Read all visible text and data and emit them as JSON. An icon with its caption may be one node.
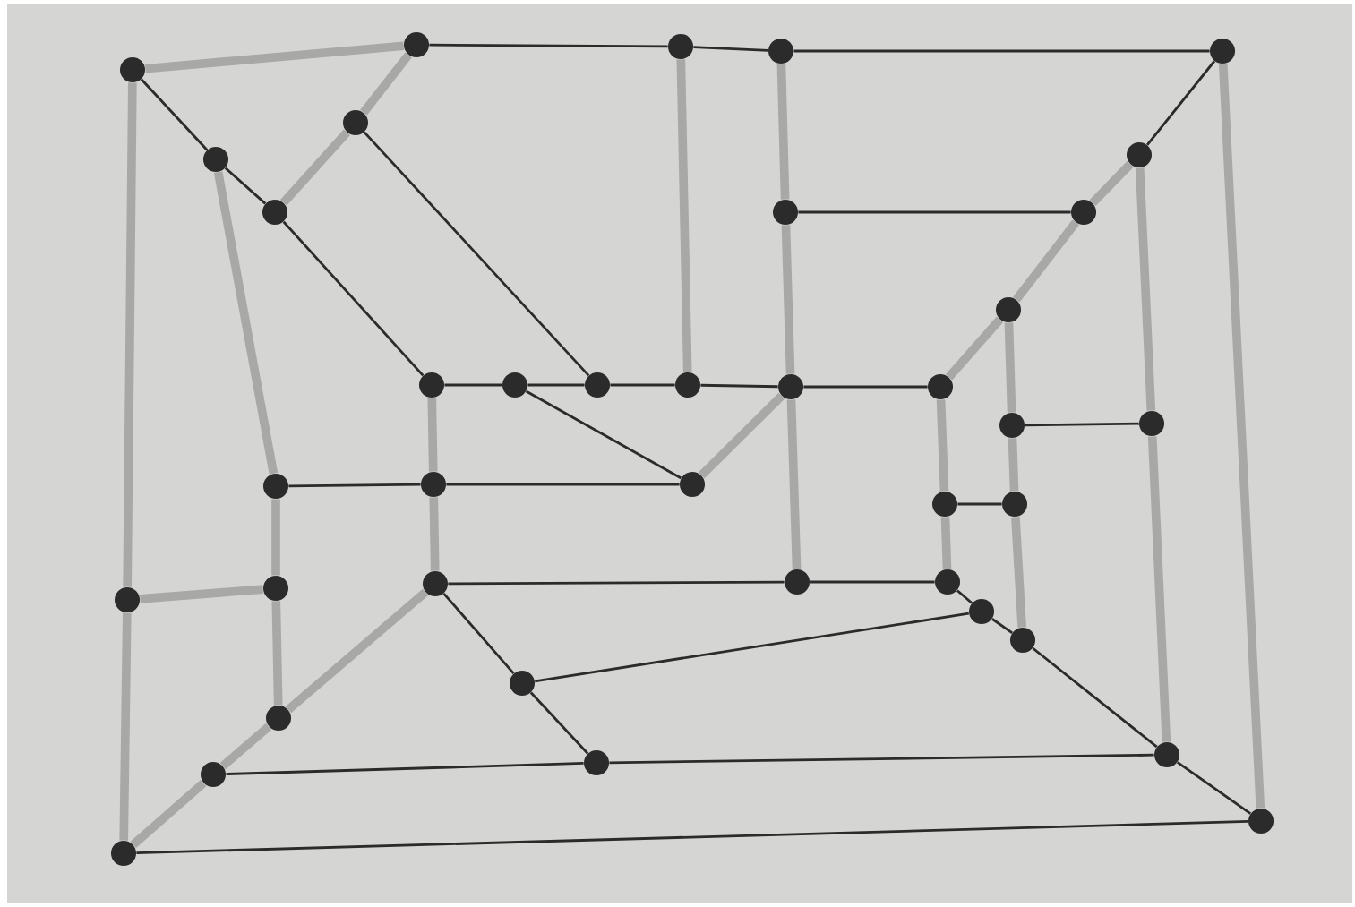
{
  "diagram": {
    "nodes": [
      {
        "text": [],
        "shape": "circle"
      },
      {
        "text": [],
        "shape": "circle"
      },
      {
        "text": [],
        "shape": "circle"
      },
      {
        "text": [],
        "shape": "circle"
      },
      {
        "text": [],
        "shape": "circle"
      },
      {
        "text": [],
        "shape": "circle"
      },
      {
        "text": [],
        "shape": "circle"
      },
      {
        "text": [],
        "shape": "circle"
      },
      {
        "text": [],
        "shape": "circle"
      },
      {
        "text": [],
        "shape": "circle"
      },
      {
        "text": [],
        "shape": "circle"
      },
      {
        "text": [],
        "shape": "circle"
      },
      {
        "text": [],
        "shape": "circle"
      },
      {
        "text": [],
        "shape": "circle"
      },
      {
        "text": [],
        "shape": "circle"
      },
      {
        "text": [],
        "shape": "circle"
      },
      {
        "text": [],
        "shape": "circle"
      },
      {
        "text": [],
        "shape": "circle"
      },
      {
        "text": [],
        "shape": "circle"
      },
      {
        "text": [],
        "shape": "circle"
      },
      {
        "text": [],
        "shape": "circle"
      },
      {
        "text": [],
        "shape": "circle"
      },
      {
        "text": [],
        "shape": "circle"
      },
      {
        "text": [],
        "shape": "circle"
      },
      {
        "text": [],
        "shape": "circle"
      },
      {
        "text": [],
        "shape": "circle"
      },
      {
        "text": [],
        "shape": "circle"
      },
      {
        "text": [],
        "shape": "circle"
      },
      {
        "text": [],
        "shape": "circle"
      },
      {
        "text": [],
        "shape": "circle"
      },
      {
        "text": [],
        "shape": "circle"
      },
      {
        "text": [],
        "shape": "circle"
      },
      {
        "text": [],
        "shape": "circle"
      },
      {
        "text": [],
        "shape": "circle"
      },
      {
        "text": [],
        "shape": "circle"
      },
      {
        "text": [],
        "shape": "circle"
      },
      {
        "text": [],
        "shape": "circle"
      },
      {
        "text": [],
        "shape": "circle"
      },
      {
        "text": [],
        "shape": "circle"
      }
    ],
    "edges": [
      {
        "from": 0,
        "to": 1,
        "arrow": "none",
        "style": "thick",
        "color": "#a8a9a7"
      },
      {
        "from": 1,
        "to": 2,
        "arrow": "none"
      },
      {
        "from": 2,
        "to": 3,
        "arrow": "none"
      },
      {
        "from": 3,
        "to": 4,
        "arrow": "none"
      },
      {
        "from": 0,
        "to": 6,
        "arrow": "none"
      },
      {
        "from": 6,
        "to": 7,
        "arrow": "none"
      },
      {
        "from": 7,
        "to": 12,
        "arrow": "none"
      },
      {
        "from": 1,
        "to": 5,
        "arrow": "none",
        "style": "thick",
        "color": "#a8a9a7"
      },
      {
        "from": 5,
        "to": 7,
        "arrow": "none",
        "style": "thick",
        "color": "#a8a9a7"
      },
      {
        "from": 5,
        "to": 14,
        "arrow": "none"
      },
      {
        "from": 6,
        "to": 20,
        "arrow": "none",
        "style": "thick",
        "color": "#a8a9a7"
      },
      {
        "from": 0,
        "to": 25,
        "arrow": "none",
        "style": "thick",
        "color": "#a8a9a7"
      },
      {
        "from": 25,
        "to": 37,
        "arrow": "none",
        "style": "thick",
        "color": "#a8a9a7"
      },
      {
        "from": 2,
        "to": 15,
        "arrow": "none",
        "style": "thick",
        "color": "#a8a9a7"
      },
      {
        "from": 3,
        "to": 9,
        "arrow": "none",
        "style": "thick",
        "color": "#a8a9a7"
      },
      {
        "from": 9,
        "to": 16,
        "arrow": "none",
        "style": "thick",
        "color": "#a8a9a7"
      },
      {
        "from": 9,
        "to": 10,
        "arrow": "none"
      },
      {
        "from": 4,
        "to": 8,
        "arrow": "none"
      },
      {
        "from": 8,
        "to": 10,
        "arrow": "none",
        "style": "thick",
        "color": "#a8a9a7"
      },
      {
        "from": 10,
        "to": 11,
        "arrow": "none",
        "style": "thick",
        "color": "#a8a9a7"
      },
      {
        "from": 11,
        "to": 17,
        "arrow": "none",
        "style": "thick",
        "color": "#a8a9a7"
      },
      {
        "from": 4,
        "to": 38,
        "arrow": "none",
        "style": "thick",
        "color": "#a8a9a7"
      },
      {
        "from": 8,
        "to": 19,
        "arrow": "none",
        "style": "thick",
        "color": "#a8a9a7"
      },
      {
        "from": 19,
        "to": 36,
        "arrow": "none",
        "style": "thick",
        "color": "#a8a9a7"
      },
      {
        "from": 11,
        "to": 18,
        "arrow": "none",
        "style": "thick",
        "color": "#a8a9a7"
      },
      {
        "from": 18,
        "to": 24,
        "arrow": "none",
        "style": "thick",
        "color": "#a8a9a7"
      },
      {
        "from": 24,
        "to": 31,
        "arrow": "none",
        "style": "thick",
        "color": "#a8a9a7"
      },
      {
        "from": 18,
        "to": 19,
        "arrow": "none"
      },
      {
        "from": 12,
        "to": 13,
        "arrow": "none"
      },
      {
        "from": 13,
        "to": 14,
        "arrow": "none"
      },
      {
        "from": 14,
        "to": 15,
        "arrow": "none"
      },
      {
        "from": 15,
        "to": 16,
        "arrow": "none"
      },
      {
        "from": 16,
        "to": 17,
        "arrow": "none"
      },
      {
        "from": 13,
        "to": 22,
        "arrow": "none"
      },
      {
        "from": 12,
        "to": 21,
        "arrow": "none",
        "style": "thick",
        "color": "#a8a9a7"
      },
      {
        "from": 21,
        "to": 27,
        "arrow": "none",
        "style": "thick",
        "color": "#a8a9a7"
      },
      {
        "from": 20,
        "to": 21,
        "arrow": "none"
      },
      {
        "from": 21,
        "to": 22,
        "arrow": "none"
      },
      {
        "from": 22,
        "to": 16,
        "arrow": "none",
        "style": "thick",
        "color": "#a8a9a7"
      },
      {
        "from": 16,
        "to": 28,
        "arrow": "none",
        "style": "thick",
        "color": "#a8a9a7"
      },
      {
        "from": 17,
        "to": 23,
        "arrow": "none",
        "style": "thick",
        "color": "#a8a9a7"
      },
      {
        "from": 23,
        "to": 29,
        "arrow": "none",
        "style": "thick",
        "color": "#a8a9a7"
      },
      {
        "from": 23,
        "to": 24,
        "arrow": "none"
      },
      {
        "from": 20,
        "to": 26,
        "arrow": "none",
        "style": "thick",
        "color": "#a8a9a7"
      },
      {
        "from": 26,
        "to": 33,
        "arrow": "none",
        "style": "thick",
        "color": "#a8a9a7"
      },
      {
        "from": 25,
        "to": 26,
        "arrow": "none",
        "style": "thick",
        "color": "#a8a9a7"
      },
      {
        "from": 27,
        "to": 28,
        "arrow": "none"
      },
      {
        "from": 28,
        "to": 29,
        "arrow": "none"
      },
      {
        "from": 29,
        "to": 30,
        "arrow": "none"
      },
      {
        "from": 30,
        "to": 31,
        "arrow": "none"
      },
      {
        "from": 31,
        "to": 36,
        "arrow": "none"
      },
      {
        "from": 36,
        "to": 38,
        "arrow": "none"
      },
      {
        "from": 27,
        "to": 33,
        "arrow": "none",
        "style": "thick",
        "color": "#a8a9a7"
      },
      {
        "from": 33,
        "to": 34,
        "arrow": "none",
        "style": "thick",
        "color": "#a8a9a7"
      },
      {
        "from": 34,
        "to": 37,
        "arrow": "none",
        "style": "thick",
        "color": "#a8a9a7"
      },
      {
        "from": 27,
        "to": 32,
        "arrow": "none"
      },
      {
        "from": 32,
        "to": 35,
        "arrow": "none"
      },
      {
        "from": 32,
        "to": 30,
        "arrow": "none"
      },
      {
        "from": 34,
        "to": 35,
        "arrow": "none"
      },
      {
        "from": 35,
        "to": 36,
        "arrow": "none"
      },
      {
        "from": 37,
        "to": 38,
        "arrow": "none"
      }
    ]
  }
}
